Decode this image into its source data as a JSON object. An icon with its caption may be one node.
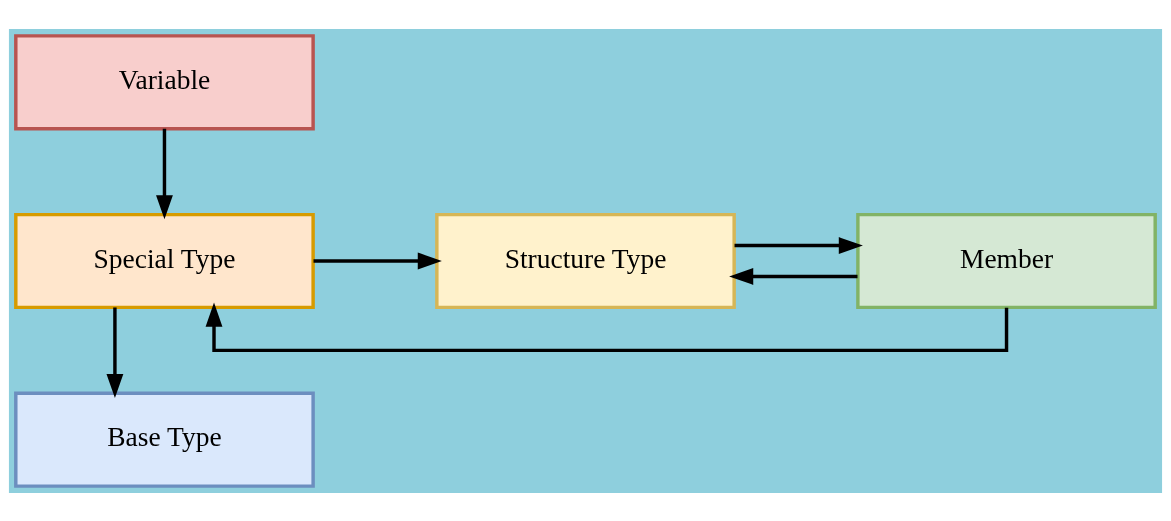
{
  "diagram": {
    "nodes": [
      {
        "text": [
          "Variable"
        ]
      },
      {
        "text": [
          "Special Type"
        ]
      },
      {
        "text": [
          "Structure Type"
        ]
      },
      {
        "text": [
          "Member"
        ]
      },
      {
        "text": [
          "Base Type"
        ]
      }
    ],
    "edges": [
      {
        "from": 0,
        "to": 1,
        "arrow": "to"
      },
      {
        "from": 1,
        "to": 2,
        "arrow": "to"
      },
      {
        "from": 2,
        "to": 3,
        "arrow": "to"
      },
      {
        "from": 3,
        "to": 2,
        "arrow": "to"
      },
      {
        "from": 1,
        "to": 4,
        "arrow": "to"
      },
      {
        "from": 3,
        "to": 1,
        "arrow": "to"
      }
    ]
  }
}
